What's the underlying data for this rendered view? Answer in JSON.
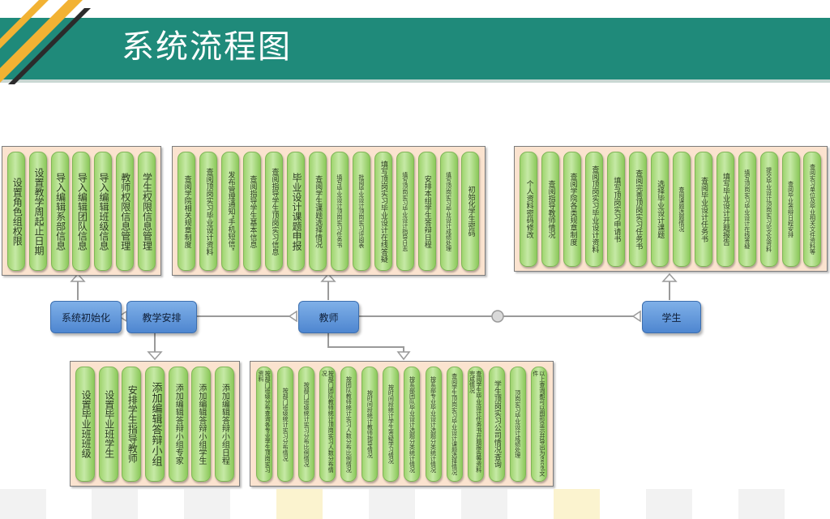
{
  "header": {
    "title": "系统流程图"
  },
  "nodes": {
    "init": "系统初始化",
    "teaching": "教学安排",
    "teacher": "教师",
    "student": "学生"
  },
  "panels": {
    "init_items": [
      "设置角色组权限",
      "设置教学周起止日期",
      "导入编辑系部信息",
      "导入编辑团队信息",
      "导入编辑班级信息",
      "教师权限信息管理",
      "学生权限信息管理"
    ],
    "teacher_items": [
      "查阅学院相关规章制度",
      "查阅顶岗实习毕业设计资料",
      "发布管理通知\"手机短信\"",
      "查阅指导学生基本信息",
      "查阅指导学生顶岗实习信息",
      "毕业设计课题申报",
      "查阅学生课题选择情况",
      "填写毕业设计顶岗实习任务书",
      "批阅毕业设计顶岗实习评阅表",
      "填写顶岗实习毕业设计在线答疑",
      "填写顶岗实习毕业设计指导日志",
      "安排本组学生答辩日程",
      "填写顶岗实习毕业设计成绩处理",
      "初始化学生密码"
    ],
    "student_items": [
      "个人资料密码修改",
      "查阅指导教师情况",
      "查阅学院各类规章制度",
      "查阅顶岗实习毕业设计资料",
      "填写顶岗实习申请书",
      "查阅完善顶岗实习任务书",
      "选择毕业设计课题",
      "查阅课题选题情况",
      "查阅毕业设计任务书",
      "填写毕业设计开题报告",
      "填写顶岗实习毕业设计在线答疑",
      "提交毕业设计顶岗实习论文及资料",
      "查阅毕业答辩日程安排",
      "查阅实习单位及毕业相关文件资料等"
    ],
    "arrange_items": [
      "设置毕业班班级",
      "设置毕业班学生",
      "安排学生指导教师",
      "添加编辑答辩小组",
      "添加编辑答辩小组专家",
      "添加编辑答辩小组学生",
      "添加编辑答辩小组日程"
    ],
    "query_items": [
      "按部门班级分布查询各专业学生顶岗实习资料",
      "按部门班级统计实习分布情况",
      "按部门班级统计实习分布比例情况",
      "按部门团队教师统计顶岗实习人数分布情况",
      "按团队教师统计实习人数分布比例情况",
      "按时间段统计教师指导情况",
      "按时间段统计学生答疑学习情况",
      "按系部团队毕业设计选题分类统计情况",
      "按系部专业毕业设计选题分类统计情况",
      "查阅学生顶岗实习毕业设计课题选择情况",
      "查阅学生毕业设计任务书开题报告等资料完成情况",
      "学生顶岗实习公司情况查询",
      "顶岗实习毕业设计成绩处理",
      "以上查询都可以图形显示并导出为excel文件"
    ]
  }
}
